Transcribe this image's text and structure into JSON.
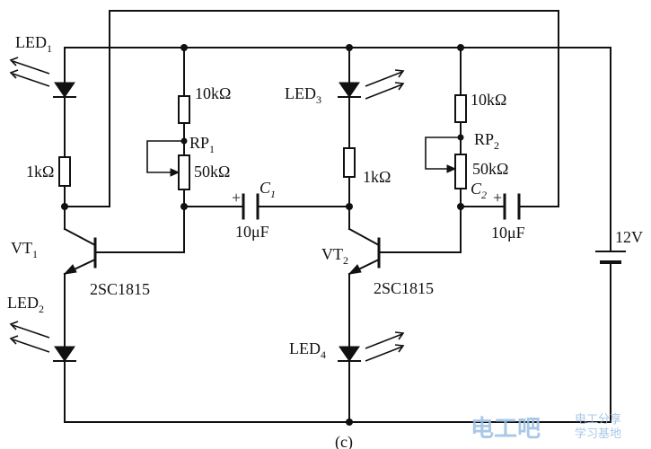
{
  "diagram": {
    "caption": "(c)",
    "components": {
      "led1": "LED",
      "led1_sub": "1",
      "led2": "LED",
      "led2_sub": "2",
      "led3": "LED",
      "led3_sub": "3",
      "led4": "LED",
      "led4_sub": "4",
      "r_top_left": "10kΩ",
      "rp1": "RP",
      "rp1_sub": "1",
      "rp1_value": "50kΩ",
      "r_led_left": "1kΩ",
      "c1": "C",
      "c1_sub": "1",
      "c1_value": "10μF",
      "c1_plus": "+",
      "vt1": "VT",
      "vt1_sub": "1",
      "vt1_model": "2SC1815",
      "r_top_right": "10kΩ",
      "rp2": "RP",
      "rp2_sub": "2",
      "rp2_value": "50kΩ",
      "r_led_right": "1kΩ",
      "c2": "C",
      "c2_sub": "2",
      "c2_value": "10μF",
      "c2_plus": "+",
      "vt2": "VT",
      "vt2_sub": "2",
      "vt2_model": "2SC1815",
      "battery": "12V"
    },
    "watermark": {
      "logo_text": "电工吧",
      "line1": "电工分享",
      "line2": "学习基地"
    }
  }
}
